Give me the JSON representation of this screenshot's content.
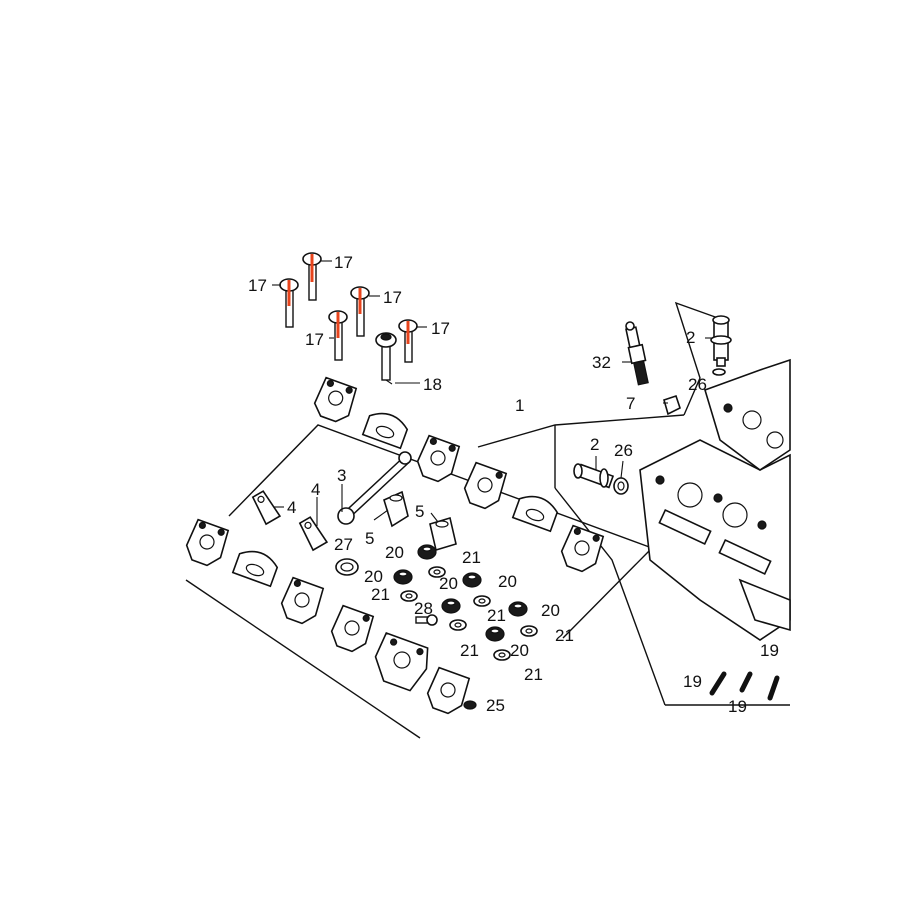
{
  "highlight_color": "#e8441c",
  "callouts": {
    "c17a": "17",
    "c17b": "17",
    "c17c": "17",
    "c17d": "17",
    "c17e": "17",
    "c18": "18",
    "c1": "1",
    "c2a": "2",
    "c2b": "2",
    "c32": "32",
    "c26a": "26",
    "c26b": "26",
    "c7": "7",
    "c3": "3",
    "c4a": "4",
    "c4b": "4",
    "c5a": "5",
    "c5b": "5",
    "c27": "27",
    "c20a": "20",
    "c20b": "20",
    "c20c": "20",
    "c20d": "20",
    "c20e": "20",
    "c20f": "20",
    "c21a": "21",
    "c21b": "21",
    "c21c": "21",
    "c21d": "21",
    "c21e": "21",
    "c21f": "21",
    "c28": "28",
    "c19a": "19",
    "c19b": "19",
    "c19c": "19",
    "c25": "25"
  }
}
